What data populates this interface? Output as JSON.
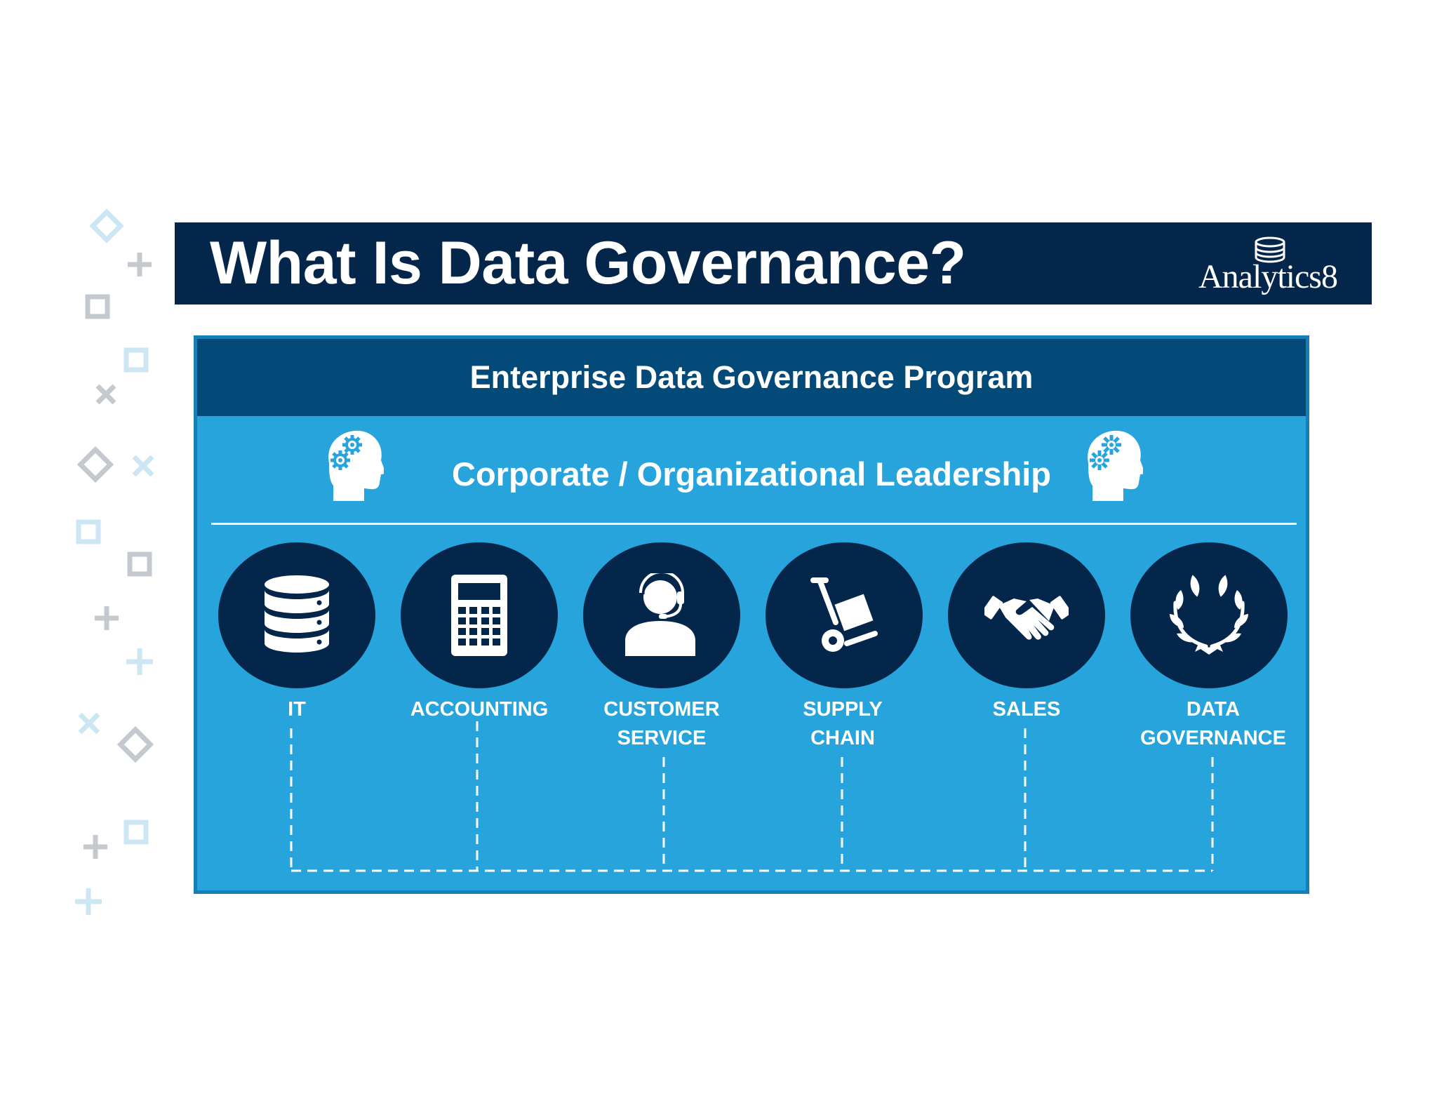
{
  "header": {
    "title": "What Is Data Governance?",
    "logo_text": "Analytics8"
  },
  "program": {
    "title": "Enterprise Data Governance Program"
  },
  "leadership": {
    "label": "Corporate / Organizational Leadership"
  },
  "departments": [
    {
      "label": "IT",
      "icon": "database-icon"
    },
    {
      "label": "ACCOUNTING",
      "icon": "calculator-icon"
    },
    {
      "label": "CUSTOMER\nSERVICE",
      "icon": "headset-agent-icon"
    },
    {
      "label": "SUPPLY\nCHAIN",
      "icon": "hand-truck-icon"
    },
    {
      "label": "SALES",
      "icon": "handshake-icon"
    },
    {
      "label": "DATA\nGOVERNANCE",
      "icon": "laurel-wreath-icon"
    }
  ],
  "colors": {
    "navy": "#04264a",
    "program_bar": "#034a78",
    "panel_blue": "#27a4db",
    "panel_border": "#1480b6"
  }
}
